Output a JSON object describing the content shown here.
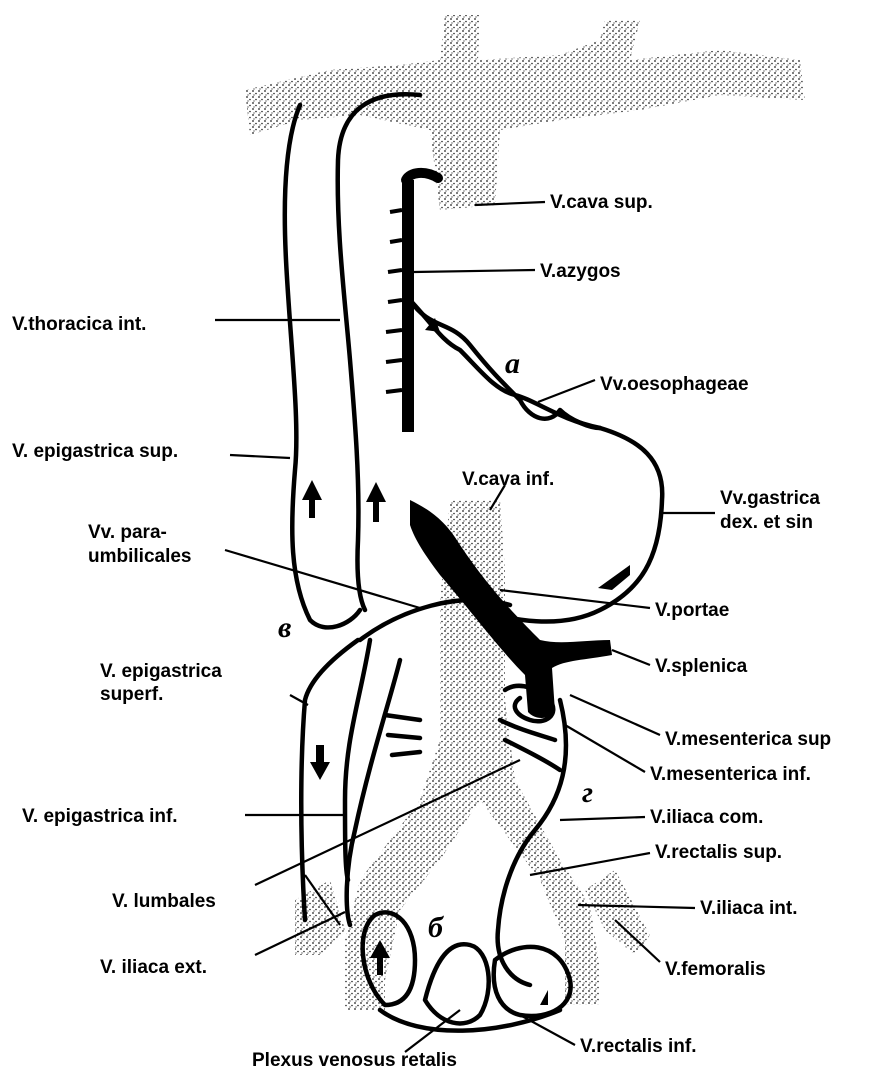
{
  "labels": {
    "cava_sup": "V.cava sup.",
    "azygos": "V.azygos",
    "thoracica_int": "V.thoracica int.",
    "oesophageae": "Vv.oesophageae",
    "epigastrica_sup": "V. epigastrica sup.",
    "cava_inf": "V.cava inf.",
    "gastrica_1": "Vv.gastrica",
    "gastrica_2": "dex. et sin",
    "paraumb_1": "Vv. para-",
    "paraumb_2": "umbilicales",
    "portae": "V.portae",
    "splenica": "V.splenica",
    "epig_superf_1": "V. epigastrica",
    "epig_superf_2": "superf.",
    "mesenterica_sup": "V.mesenterica sup",
    "mesenterica_inf": "V.mesenterica inf.",
    "epigastrica_inf": "V. epigastrica inf.",
    "iliaca_com": "V.iliaca com.",
    "rectalis_sup": "V.rectalis sup.",
    "lumbales": "V. lumbales",
    "iliaca_int": "V.iliaca int.",
    "iliaca_ext": "V. iliaca ext.",
    "femoralis": "V.femoralis",
    "rectalis_inf": "V.rectalis inf.",
    "plexus": "Plexus venosus retalis"
  },
  "markers": {
    "a": "a",
    "b": "б",
    "v": "в",
    "g": "г"
  },
  "colors": {
    "ink": "#000000",
    "background": "#ffffff",
    "stipple": "#333333"
  }
}
